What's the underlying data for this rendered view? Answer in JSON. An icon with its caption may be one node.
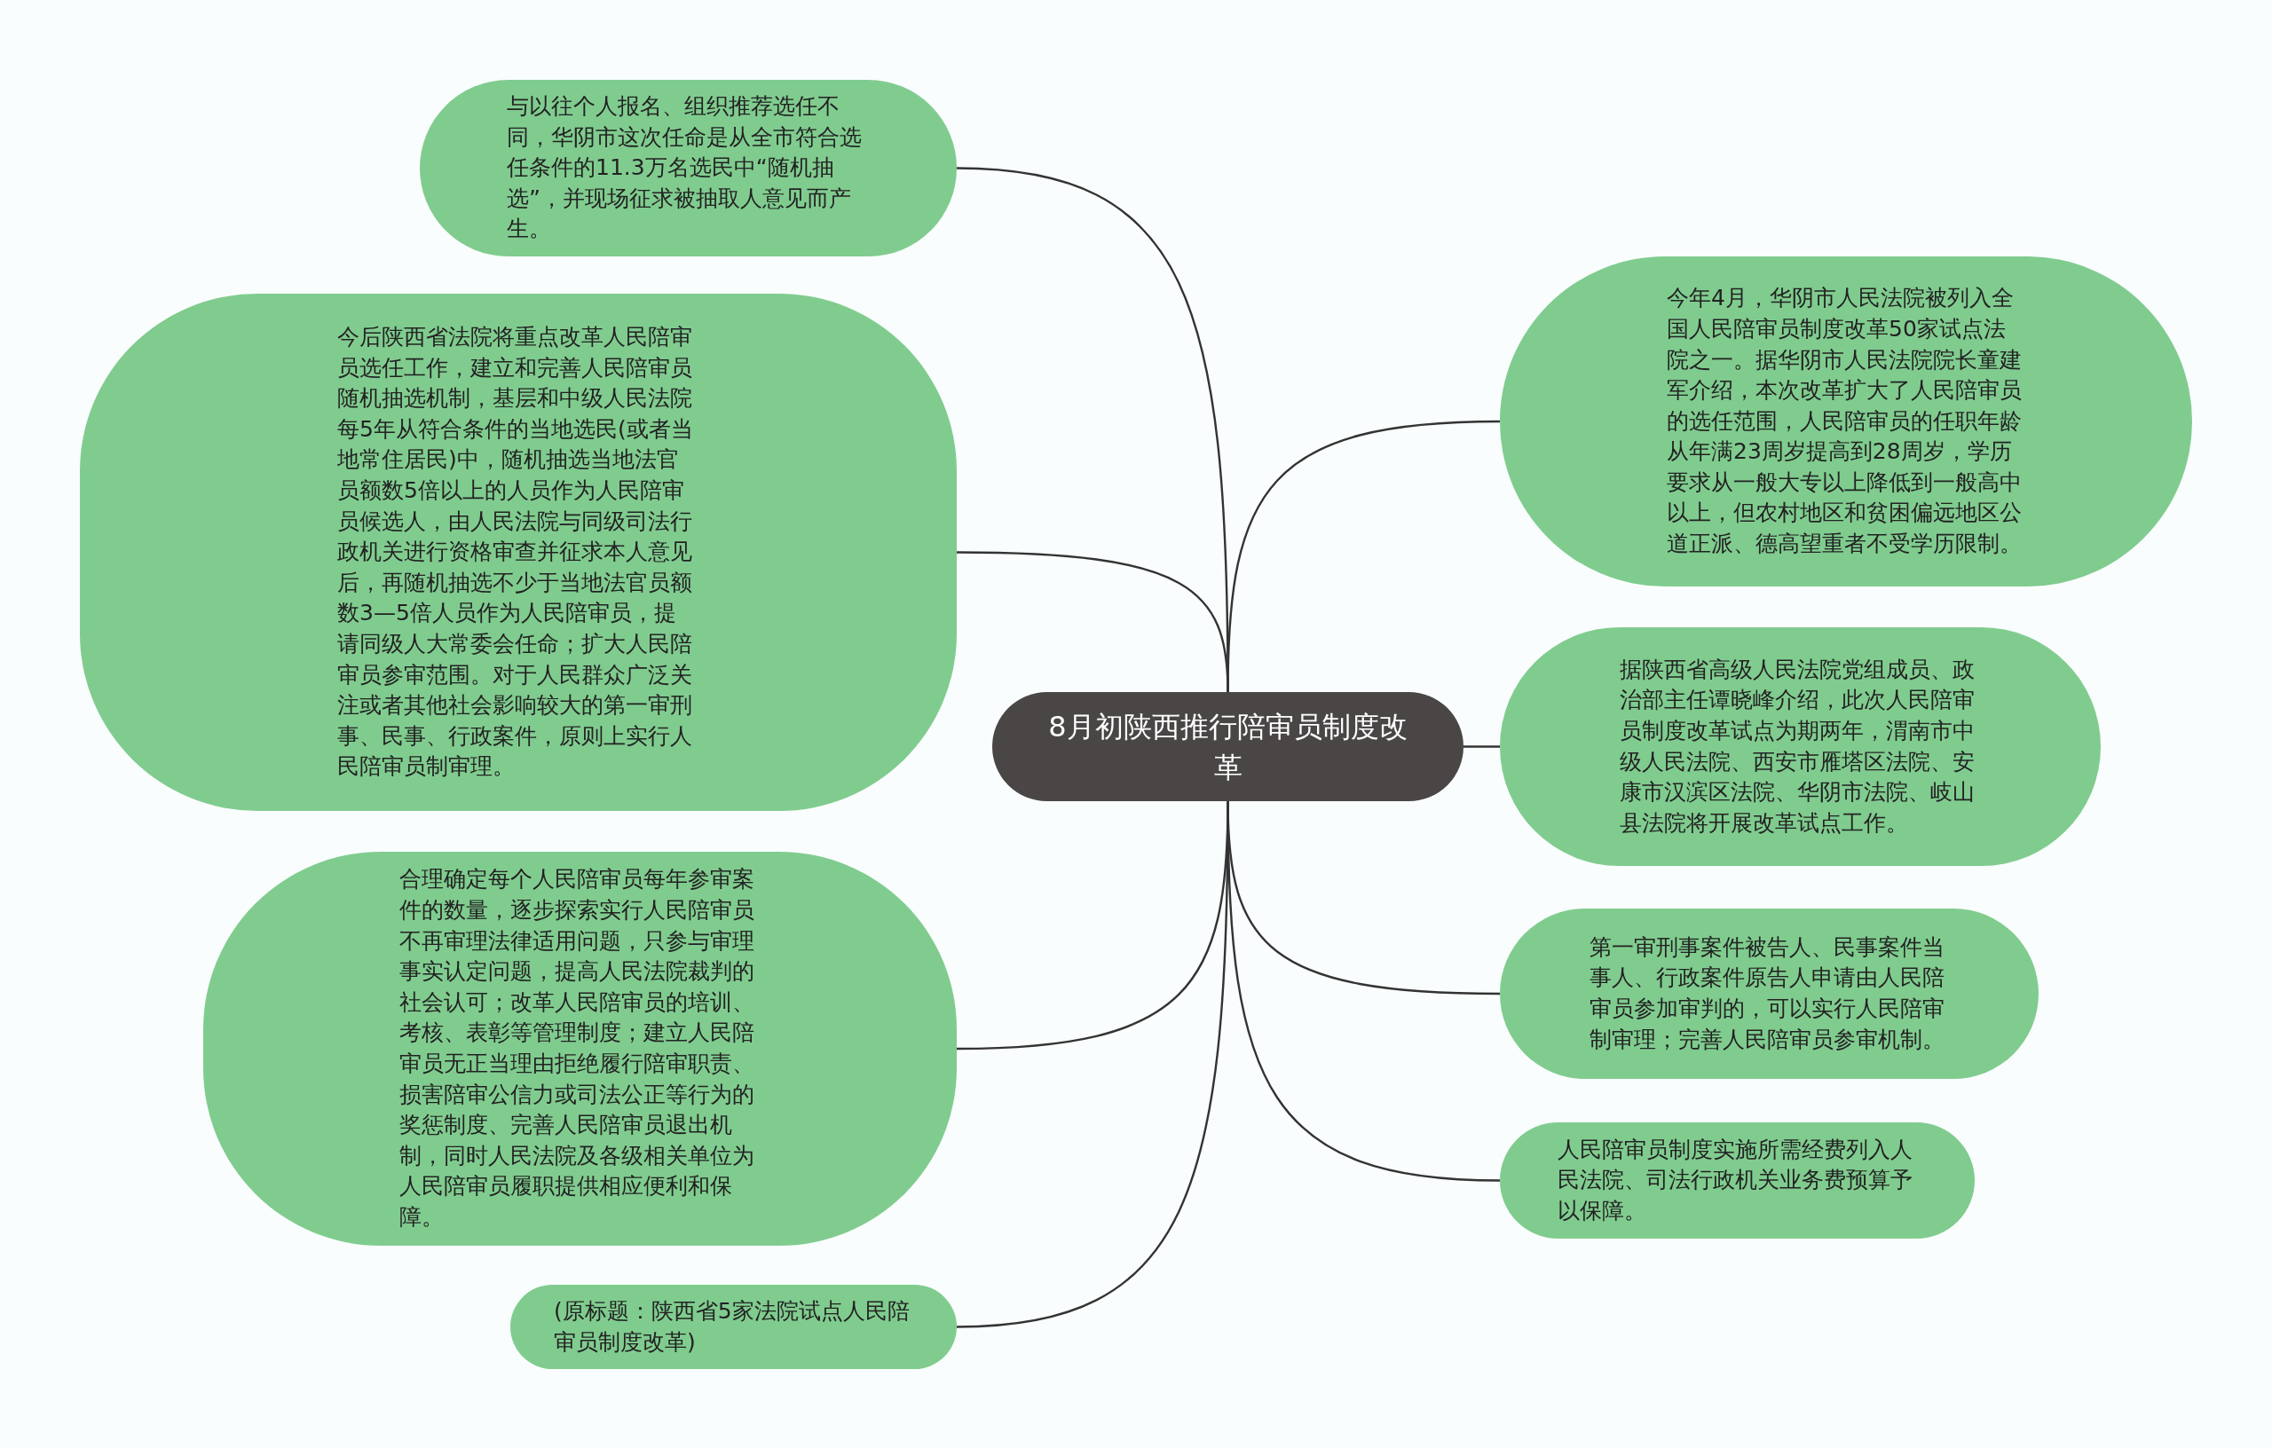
{
  "diagram": {
    "nodes": [
      {
        "text": [
          "8月初陕西推行陪审员制度改革"
        ]
      },
      {
        "text": [
          "与以往个人报名、组织推荐选任不同，华阴市这次任命是从全市符合选任条件的11.3万名选民中“随机抽选”，并现场征求被抽取人意见而产生。"
        ]
      },
      {
        "text": [
          "今后陕西省法院将重点改革人民陪审员选任工作，建立和完善人民陪审员随机抽选机制，基层和中级人民法院每5年从符合条件的当地选民(或者当地常住居民)中，随机抽选当地法官员额数5倍以上的人员作为人民陪审员候选人，由人民法院与同级司法行政机关进行资格审查并征求本人意见后，再随机抽选不少于当地法官员额数3—5倍人员作为人民陪审员，提请同级人大常委会任命；扩大人民陪审员参审范围。对于人民群众广泛关注或者其他社会影响较大的第一审刑事、民事、行政案件，原则上实行人民陪审员制审理。"
        ]
      },
      {
        "text": [
          "合理确定每个人民陪审员每年参审案件的数量，逐步探索实行人民陪审员不再审理法律适用问题，只参与审理事实认定问题，提高人民法院裁判的社会认可；改革人民陪审员的培训、考核、表彰等管理制度；建立人民陪审员无正当理由拒绝履行陪审职责、损害陪审公信力或司法公正等行为的奖惩制度、完善人民陪审员退出机制，同时人民法院及各级相关单位为人民陪审员履职提供相应便利和保障。"
        ]
      },
      {
        "text": [
          "(原标题：陕西省5家法院试点人民陪审员制度改革)"
        ]
      },
      {
        "text": [
          "今年4月，华阴市人民法院被列入全国人民陪审员制度改革50家试点法院之一。据华阴市人民法院院长童建军介绍，本次改革扩大了人民陪审员的选任范围，人民陪审员的任职年龄从年满23周岁提高到28周岁，学历要求从一般大专以上降低到一般高中以上，但农村地区和贫困偏远地区公道正派、德高望重者不受学历限制。"
        ]
      },
      {
        "text": [
          "据陕西省高级人民法院党组成员、政治部主任谭晓峰介绍，此次人民陪审员制度改革试点为期两年，渭南市中级人民法院、西安市雁塔区法院、安康市汉滨区法院、华阴市法院、岐山县法院将开展改革试点工作。"
        ]
      },
      {
        "text": [
          "第一审刑事案件被告人、民事案件当事人、行政案件原告人申请由人民陪审员参加审判的，可以实行人民陪审制审理；完善人民陪审员参审机制。"
        ]
      },
      {
        "text": [
          "人民陪审员制度实施所需经费列入人民法院、司法行政机关业务费预算予以保障。"
        ]
      }
    ],
    "edges": [
      {
        "from": 0,
        "to": 1,
        "arrow": "none"
      },
      {
        "from": 0,
        "to": 2,
        "arrow": "none"
      },
      {
        "from": 0,
        "to": 3,
        "arrow": "none"
      },
      {
        "from": 0,
        "to": 4,
        "arrow": "none"
      },
      {
        "from": 0,
        "to": 5,
        "arrow": "none"
      },
      {
        "from": 0,
        "to": 6,
        "arrow": "none"
      },
      {
        "from": 0,
        "to": 7,
        "arrow": "none"
      },
      {
        "from": 0,
        "to": 8,
        "arrow": "none"
      }
    ]
  }
}
